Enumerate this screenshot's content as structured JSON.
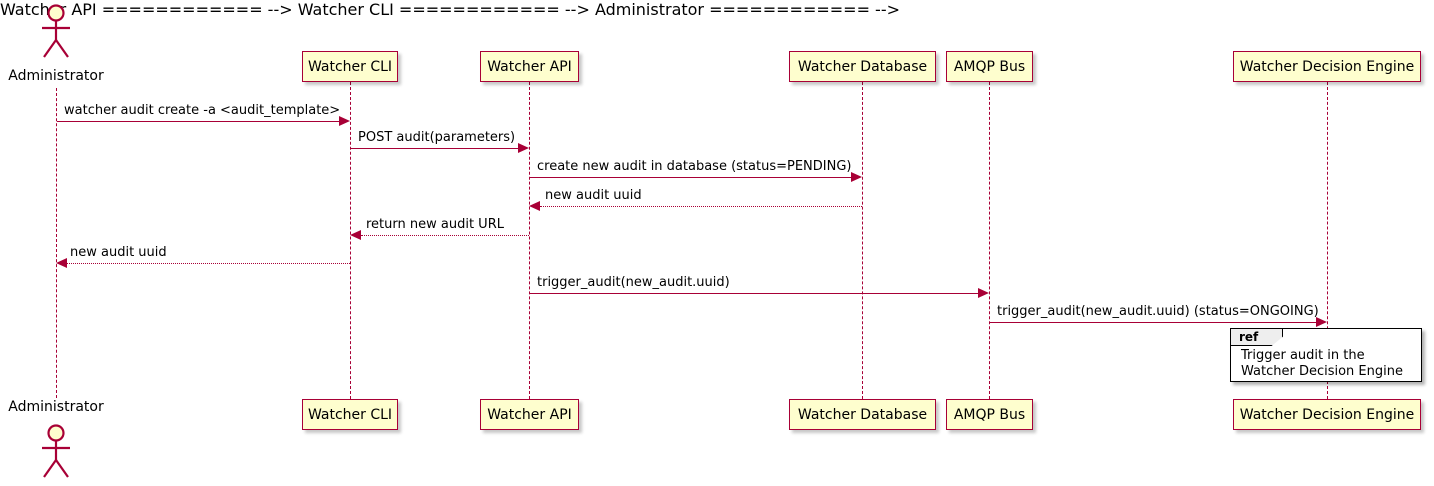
{
  "diagram": {
    "kind": "uml-sequence-diagram",
    "colors": {
      "participant_border": "#A80036",
      "participant_fill": "#FEFECE",
      "lifeline": "#A80036",
      "arrow": "#A80036",
      "ref_border": "#000000",
      "ref_tab_fill": "#EEEEEE",
      "background": "#FFFFFF"
    },
    "actor": {
      "name": "Administrator",
      "top_label": "Administrator",
      "bottom_label": "Administrator"
    },
    "participants": [
      {
        "id": "cli",
        "label": "Watcher CLI"
      },
      {
        "id": "api",
        "label": "Watcher API"
      },
      {
        "id": "db",
        "label": "Watcher Database"
      },
      {
        "id": "amqp",
        "label": "AMQP Bus"
      },
      {
        "id": "wde",
        "label": "Watcher Decision Engine"
      }
    ],
    "messages": [
      {
        "index": 1,
        "from": "Administrator",
        "to": "Watcher CLI",
        "label": "watcher audit create -a <audit_template>",
        "style": "solid"
      },
      {
        "index": 2,
        "from": "Watcher CLI",
        "to": "Watcher API",
        "label": "POST audit(parameters)",
        "style": "solid"
      },
      {
        "index": 3,
        "from": "Watcher API",
        "to": "Watcher Database",
        "label": "create new audit in database (status=PENDING)",
        "style": "solid"
      },
      {
        "index": 4,
        "from": "Watcher Database",
        "to": "Watcher API",
        "label": "new audit uuid",
        "style": "dotted"
      },
      {
        "index": 5,
        "from": "Watcher API",
        "to": "Watcher CLI",
        "label": "return new audit URL",
        "style": "dotted"
      },
      {
        "index": 6,
        "from": "Watcher CLI",
        "to": "Administrator",
        "label": "new audit uuid",
        "style": "dotted"
      },
      {
        "index": 7,
        "from": "Watcher API",
        "to": "AMQP Bus",
        "label": "trigger_audit(new_audit.uuid)",
        "style": "solid"
      },
      {
        "index": 8,
        "from": "AMQP Bus",
        "to": "Watcher Decision Engine",
        "label": "trigger_audit(new_audit.uuid) (status=ONGOING)",
        "style": "solid"
      }
    ],
    "ref_fragment": {
      "keyword": "ref",
      "line1": "Trigger audit in the",
      "line2": "Watcher Decision Engine"
    }
  }
}
